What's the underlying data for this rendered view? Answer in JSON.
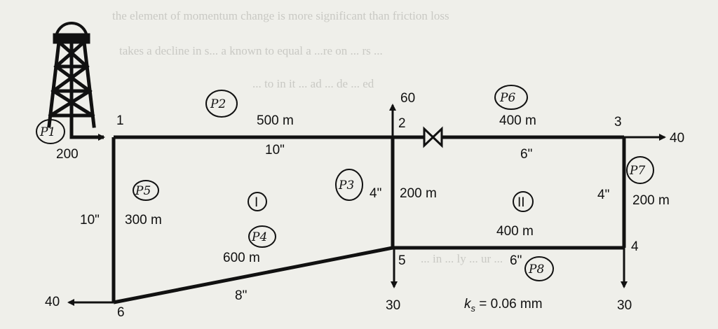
{
  "background_text": [
    "the element of momentum change is more significant than friction loss",
    "takes a decline in s... a known to equal a ...re on ... rs ...",
    "... to in it ... ad ... de ... ed",
    "... in ... ly ... ur ..."
  ],
  "nodes": {
    "n1": "1",
    "n2": "2",
    "n3": "3",
    "n4": "4",
    "n5": "5",
    "n6": "6"
  },
  "flows": {
    "inflow": "200",
    "out2": "60",
    "out3": "40",
    "out4": "30",
    "out5": "30",
    "out6": "40"
  },
  "pipes": {
    "p1_2": {
      "length": "500 m",
      "diameter": "10\"",
      "tag": "P2"
    },
    "p2_3": {
      "length": "400 m",
      "diameter": "6\"",
      "tag": "P6"
    },
    "p3_4": {
      "length": "200 m",
      "diameter": "4\"",
      "tag": "P7"
    },
    "p4_5": {
      "length": "400 m",
      "diameter": "6\"",
      "tag": "P8"
    },
    "p2_5": {
      "length": "200 m",
      "diameter": "4\"",
      "tag": "P3"
    },
    "p1_6": {
      "length": "300 m",
      "diameter": "10\"",
      "tag": "P5"
    },
    "p6_5": {
      "length": "600 m",
      "diameter": "8\"",
      "tag": "P4"
    },
    "source_tag": "P1"
  },
  "loops": {
    "loop1": "I",
    "loop2": "II"
  },
  "roughness": "k_s = 0.06 mm",
  "roughness_parts": {
    "k": "k",
    "s": "s",
    "rest": " = 0.06 mm"
  },
  "colors": {
    "ink": "#111111",
    "paper": "#efefea",
    "ghost": "#c9c9c4"
  }
}
